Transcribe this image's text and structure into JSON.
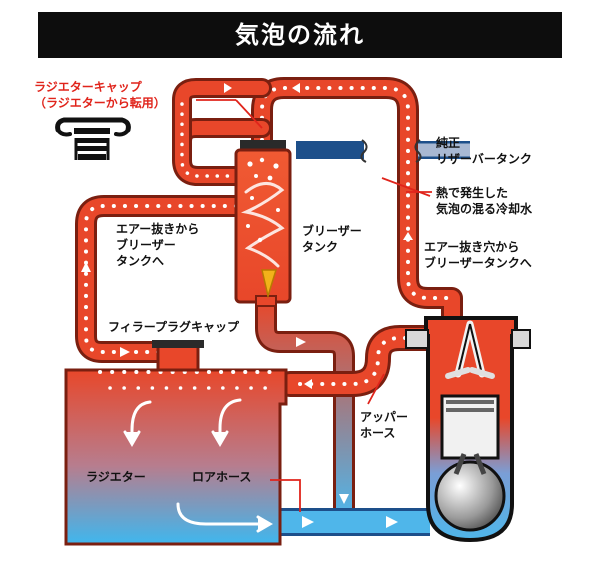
{
  "title": "気泡の流れ",
  "labels": {
    "radiator_cap": "ラジエターキャップ",
    "radiator_cap_note": "（ラジエターから転用）",
    "reservoir_tank_line1": "純正",
    "reservoir_tank_line2": "リザーバータンク",
    "coolant_bubbles_line1": "熱で発生した",
    "coolant_bubbles_line2": "気泡の混る冷却水",
    "air_vent_line1": "エアー抜き穴から",
    "air_vent_line2": "ブリーザータンクへ",
    "breather_air_line1": "エアー抜きから",
    "breather_air_line2": "ブリーザー",
    "breather_air_line3": "タンクへ",
    "breather_tank_line1": "ブリーザー",
    "breather_tank_line2": "タンク",
    "filler_plug_cap": "フィラープラグキャップ",
    "upper_hose_line1": "アッパー",
    "upper_hose_line2": "ホース",
    "radiator": "ラジエター",
    "lower_hose": "ロアホース"
  },
  "colors": {
    "hot": "#e8472a",
    "hot_dark": "#7a1f10",
    "cool": "#4fb6ea",
    "label_accent": "#e0241b",
    "title_bg": "#0d0d0d"
  }
}
